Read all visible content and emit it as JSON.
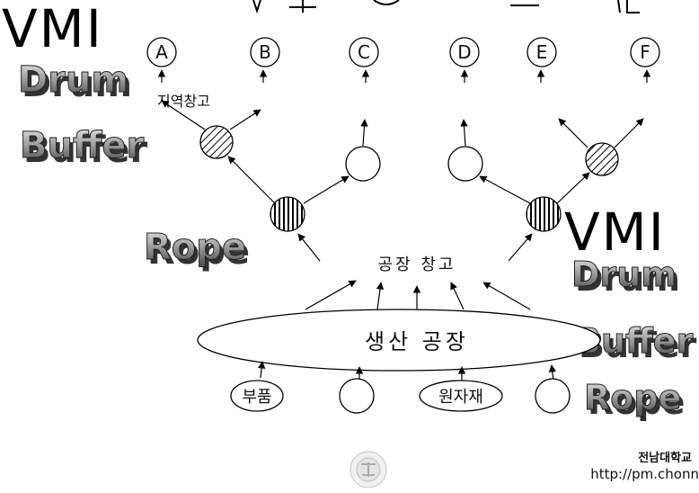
{
  "diagram": {
    "title_fragments": [
      "VMI",
      "VMI"
    ],
    "customers": [
      "A",
      "B",
      "C",
      "D",
      "E",
      "F"
    ],
    "regional_warehouse_label": "지역창고",
    "factory_warehouse_label": "공장 창고",
    "production_plant_label": "생산 공장",
    "supply_labels": [
      "부품",
      "원자재"
    ],
    "art_text": {
      "drum": "Drum",
      "buffer": "Buffer",
      "rope": "Rope"
    }
  },
  "footer": {
    "university": "전남대학교",
    "url": "http://pm.chonn"
  }
}
